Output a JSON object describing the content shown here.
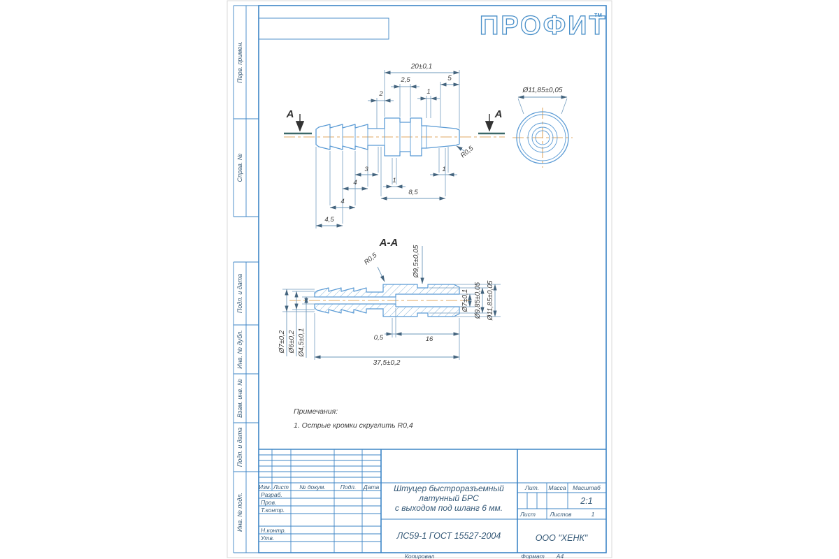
{
  "logo": {
    "text": "ПРОФИТ",
    "tm": "тм"
  },
  "strip": {
    "labels": [
      "Перв. примен.",
      "Справ. №",
      "Подп. и дата",
      "Инв. № дубл.",
      "Взам. инв. №",
      "Подп. и дата",
      "Инв. № подл."
    ]
  },
  "views": {
    "section_title": "А-А",
    "cut_label": "А"
  },
  "notes": {
    "title": "Примечания:",
    "item1": "1. Острые кромки скруглить R0,4"
  },
  "dims": {
    "d20": "20±0,1",
    "d2_5": "2,5",
    "d5": "5",
    "d2": "2",
    "d1_top": "1",
    "d11_85_top": "Ø11,85±0,05",
    "r0_5_side": "R0,5",
    "d3": "3",
    "d1_right": "1",
    "d1_mid": "1",
    "d8_5": "8,5",
    "d4_a": "4",
    "d4_b": "4",
    "d4_5": "4,5",
    "r0_5_sec": "R0,5",
    "d9_5": "Ø9,5±0,05",
    "d7_01": "Ø7±0,1",
    "d9_85": "Ø9,85±0,05",
    "d11_85_sec": "Ø11,85±0,05",
    "d7_02": "Ø7±0,2",
    "d6": "Ø6±0,2",
    "d4_5_01": "Ø4,5±0,1",
    "d0_5": "0,5",
    "d16": "16",
    "d37_5": "37,5±0,2"
  },
  "title_block": {
    "header_cols": [
      "Изм.",
      "Лист",
      "№ докум.",
      "Подп.",
      "Дата"
    ],
    "rows": [
      "Разраб.",
      "Пров.",
      "Т.контр.",
      "Н.контр.",
      "Утв."
    ],
    "title_line1": "Штуцер быстроразъемный",
    "title_line2": "латунный БРС",
    "title_line3": "с выходом под шланг 6 мм.",
    "lit_label": "Лит.",
    "mass_label": "Масса",
    "scale_label": "Масштаб",
    "scale_value": "2:1",
    "sheet_label": "Лист",
    "sheets_label": "Листов",
    "sheets_value": "1",
    "material": "ЛС59-1 ГОСТ 15527-2004",
    "company": "ООО \"ХЕНК\"",
    "copied_label": "Копировал",
    "format_label": "Формат",
    "format_value": "А4"
  }
}
